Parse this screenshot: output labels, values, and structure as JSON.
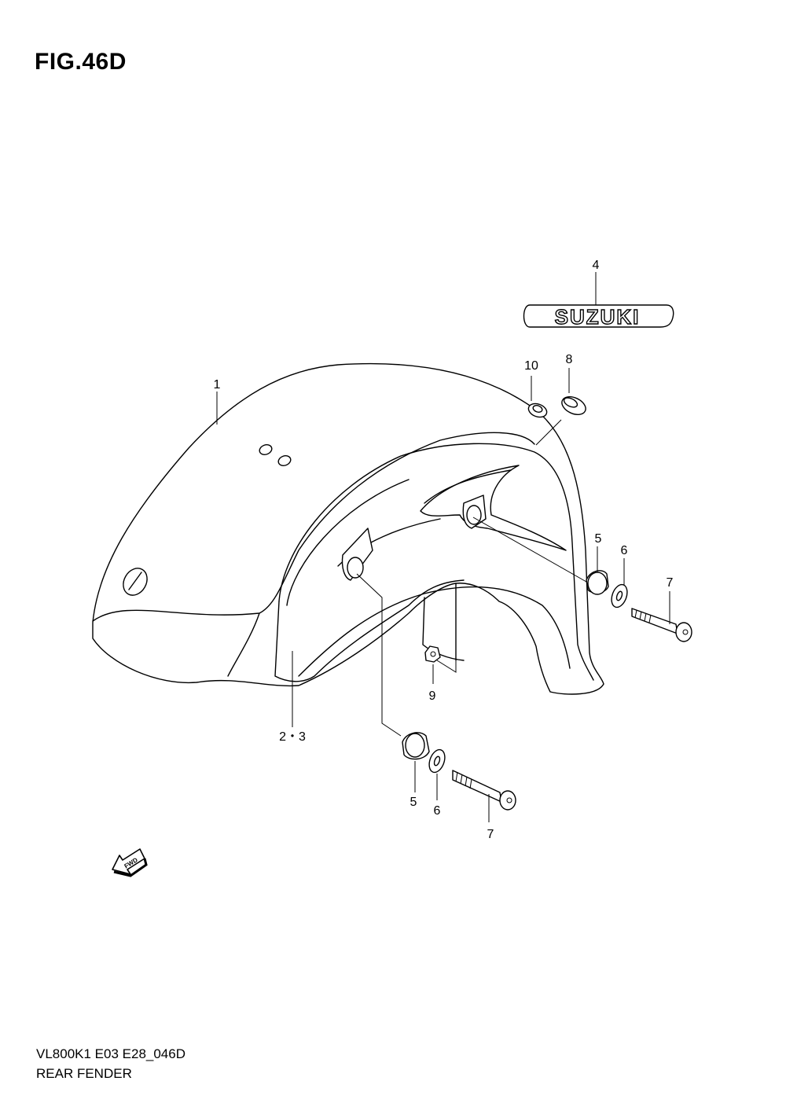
{
  "figure": {
    "title": "FIG.46D",
    "code": "VL800K1 E03 E28_046D",
    "name": "REAR FENDER"
  },
  "emblem": {
    "text": "SUZUKI"
  },
  "fwd_arrow": {
    "text": "FWD"
  },
  "callouts": {
    "c1": "1",
    "c23": "2・3",
    "c4": "4",
    "c5a": "5",
    "c5b": "5",
    "c6a": "6",
    "c6b": "6",
    "c7a": "7",
    "c7b": "7",
    "c8": "8",
    "c9": "9",
    "c10": "10"
  }
}
